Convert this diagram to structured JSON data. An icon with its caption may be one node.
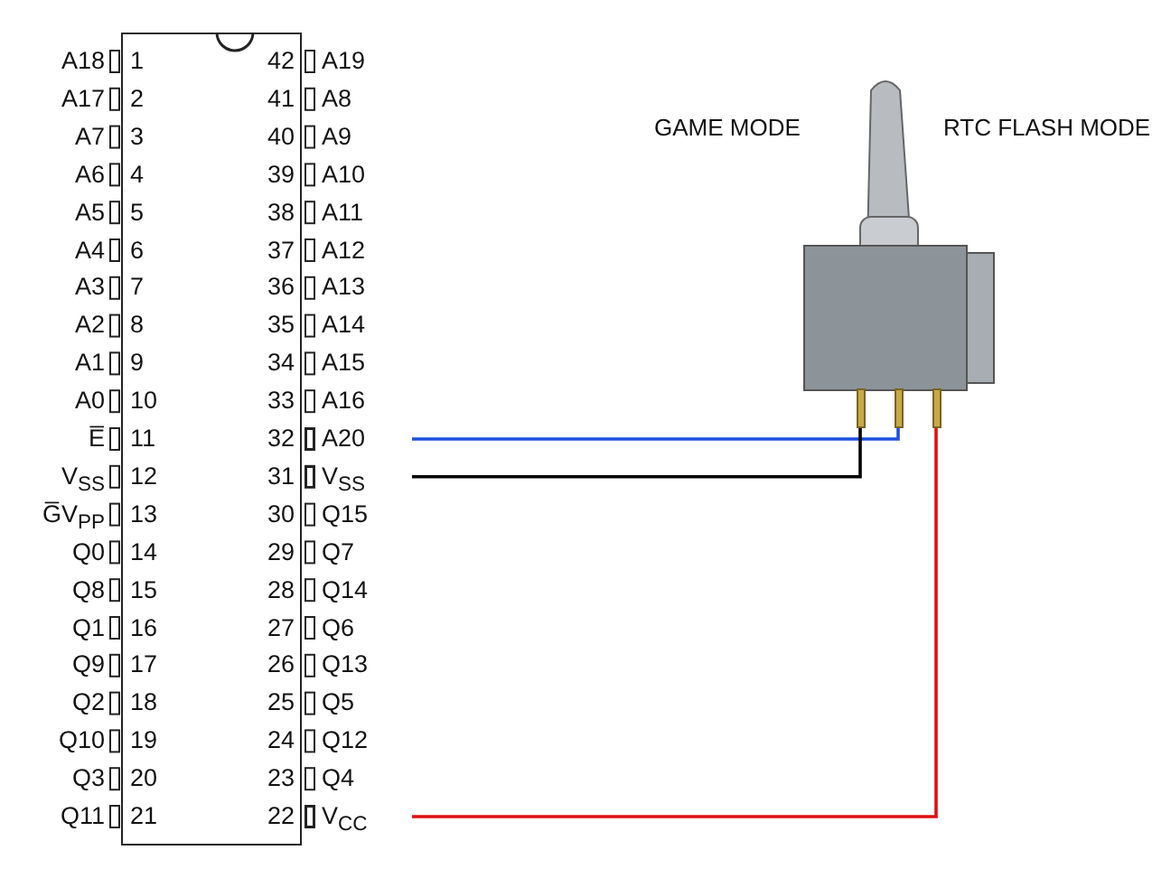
{
  "diagram": {
    "nodes": [
      {
        "text": [],
        "shape": "box"
      },
      {
        "text": [
          "32",
          "A20"
        ]
      },
      {
        "text": [
          "31",
          "V$_{SS}$"
        ]
      },
      {
        "text": [
          "22",
          "V$_{CC}$"
        ]
      },
      {
        "text": [],
        "shape": "picture"
      },
      {
        "text": [],
        "shape": "bar"
      },
      {
        "text": [],
        "shape": "bar"
      },
      {
        "text": [],
        "shape": "bar"
      }
    ],
    "edges": [
      {
        "from": 1,
        "to": 6,
        "arrow": "none",
        "color": "#1f4fe0"
      },
      {
        "from": 2,
        "to": 5,
        "arrow": "none",
        "color": "#000000"
      },
      {
        "from": 3,
        "to": 7,
        "arrow": "none",
        "color": "#e01010"
      }
    ],
    "labels": [
      "A18",
      "1",
      "42",
      "A19",
      "A17",
      "2",
      "41",
      "A8",
      "A7",
      "3",
      "40",
      "A9",
      "A6",
      "4",
      "39",
      "A10",
      "A5",
      "5",
      "38",
      "A11",
      "A4",
      "6",
      "37",
      "A12",
      "A3",
      "7",
      "36",
      "A13",
      "A2",
      "8",
      "35",
      "A14",
      "A1",
      "9",
      "34",
      "A15",
      "A0",
      "10",
      "33",
      "A16",
      "E̅",
      "11",
      "V$_{SS}$",
      "12",
      "G̅V$_{PP}$",
      "13",
      "30",
      "Q15",
      "Q0",
      "14",
      "29",
      "Q7",
      "Q8",
      "15",
      "28",
      "Q14",
      "Q1",
      "16",
      "27",
      "Q6",
      "Q9",
      "17",
      "26",
      "Q13",
      "Q2",
      "18",
      "25",
      "Q5",
      "Q10",
      "19",
      "24",
      "Q12",
      "Q3",
      "20",
      "23",
      "Q4",
      "Q11",
      "21",
      "GAME MODE",
      "RTC FLASH MODE"
    ]
  }
}
